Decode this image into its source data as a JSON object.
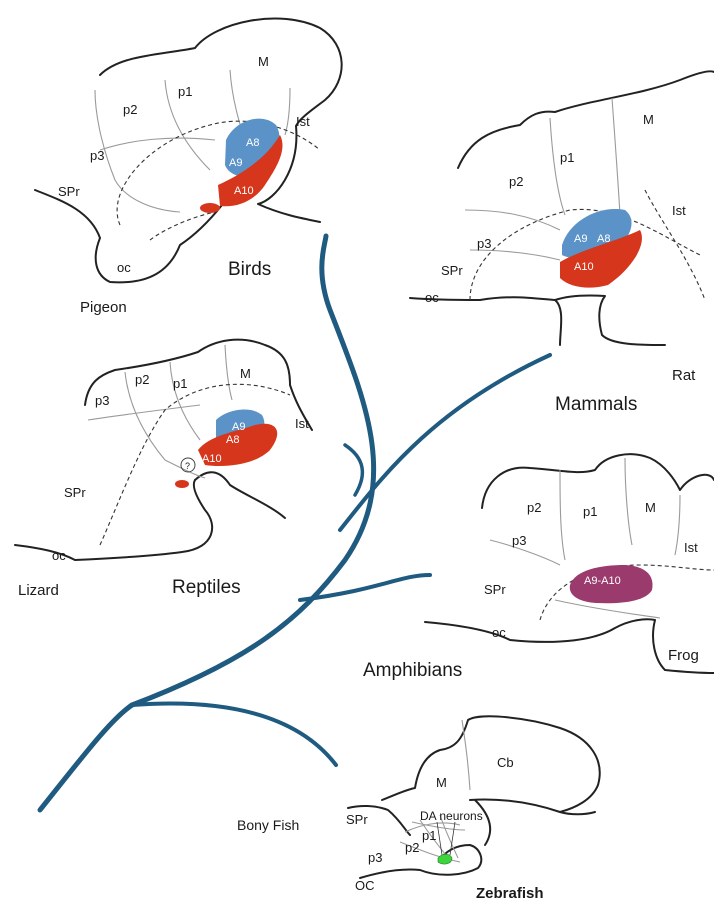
{
  "birds": {
    "group": "Birds",
    "species": "Pigeon",
    "regions": {
      "m": "M",
      "p1": "p1",
      "p2": "p2",
      "p3": "p3",
      "ist": "Ist",
      "spr": "SPr",
      "oc": "oc"
    },
    "nuclei": {
      "a8": "A8",
      "a9": "A9",
      "a10": "A10"
    }
  },
  "mammals": {
    "group": "Mammals",
    "species": "Rat",
    "regions": {
      "m": "M",
      "p1": "p1",
      "p2": "p2",
      "p3": "p3",
      "ist": "Ist",
      "spr": "SPr",
      "oc": "oc"
    },
    "nuclei": {
      "a8": "A8",
      "a9": "A9",
      "a10": "A10"
    }
  },
  "reptiles": {
    "group": "Reptiles",
    "species": "Lizard",
    "regions": {
      "m": "M",
      "p1": "p1",
      "p2": "p2",
      "p3": "p3",
      "ist": "Ist",
      "spr": "SPr",
      "oc": "oc"
    },
    "nuclei": {
      "a8": "A8",
      "a9": "A9",
      "a10": "A10",
      "question": "?"
    }
  },
  "amphibians": {
    "group": "Amphibians",
    "species": "Frog",
    "regions": {
      "m": "M",
      "p1": "p1",
      "p2": "p2",
      "p3": "p3",
      "ist": "Ist",
      "spr": "SPr",
      "oc": "oc"
    },
    "nuclei": {
      "a9a10": "A9-A10"
    }
  },
  "fish": {
    "group": "Bony Fish",
    "species": "Zebrafish",
    "regions": {
      "m": "M",
      "cb": "Cb",
      "p1": "p1",
      "p2": "p2",
      "p3": "p3",
      "spr": "SPr",
      "oc": "OC"
    },
    "da": "DA neurons"
  },
  "colors": {
    "a10_red": "#d6361b",
    "a8_a9_blue": "#5b93c8",
    "a9a10_purple": "#9b3a6c",
    "da_green": "#3ed43e",
    "tree_blue": "#1f5a80"
  }
}
